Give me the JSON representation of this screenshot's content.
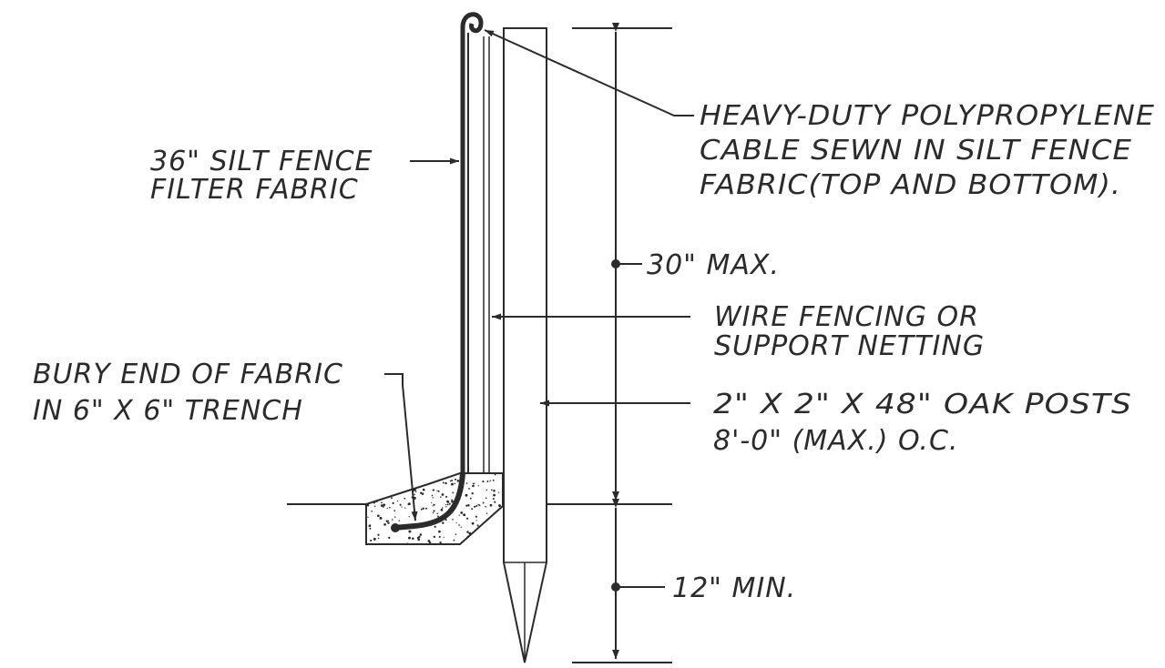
{
  "labels": {
    "filter_fabric": [
      "36\" SILT FENCE",
      "FILTER FABRIC"
    ],
    "cable": [
      "HEAVY-DUTY POLYPROPYLENE",
      "CABLE SEWN IN SILT FENCE",
      "FABRIC(TOP AND BOTTOM)."
    ],
    "max_height": "30\" MAX.",
    "wire_fencing": [
      "WIRE FENCING OR",
      "SUPPORT NETTING"
    ],
    "bury_end": [
      "BURY END OF FABRIC",
      "IN 6\" X 6\" TRENCH"
    ],
    "oak_posts": [
      "2\" X 2\" X 48\" OAK POSTS",
      "8'-0\" (MAX.) O.C."
    ],
    "min_depth": "12\" MIN."
  },
  "colors": {
    "ink": "#2b2b2b",
    "background": "#ffffff"
  }
}
